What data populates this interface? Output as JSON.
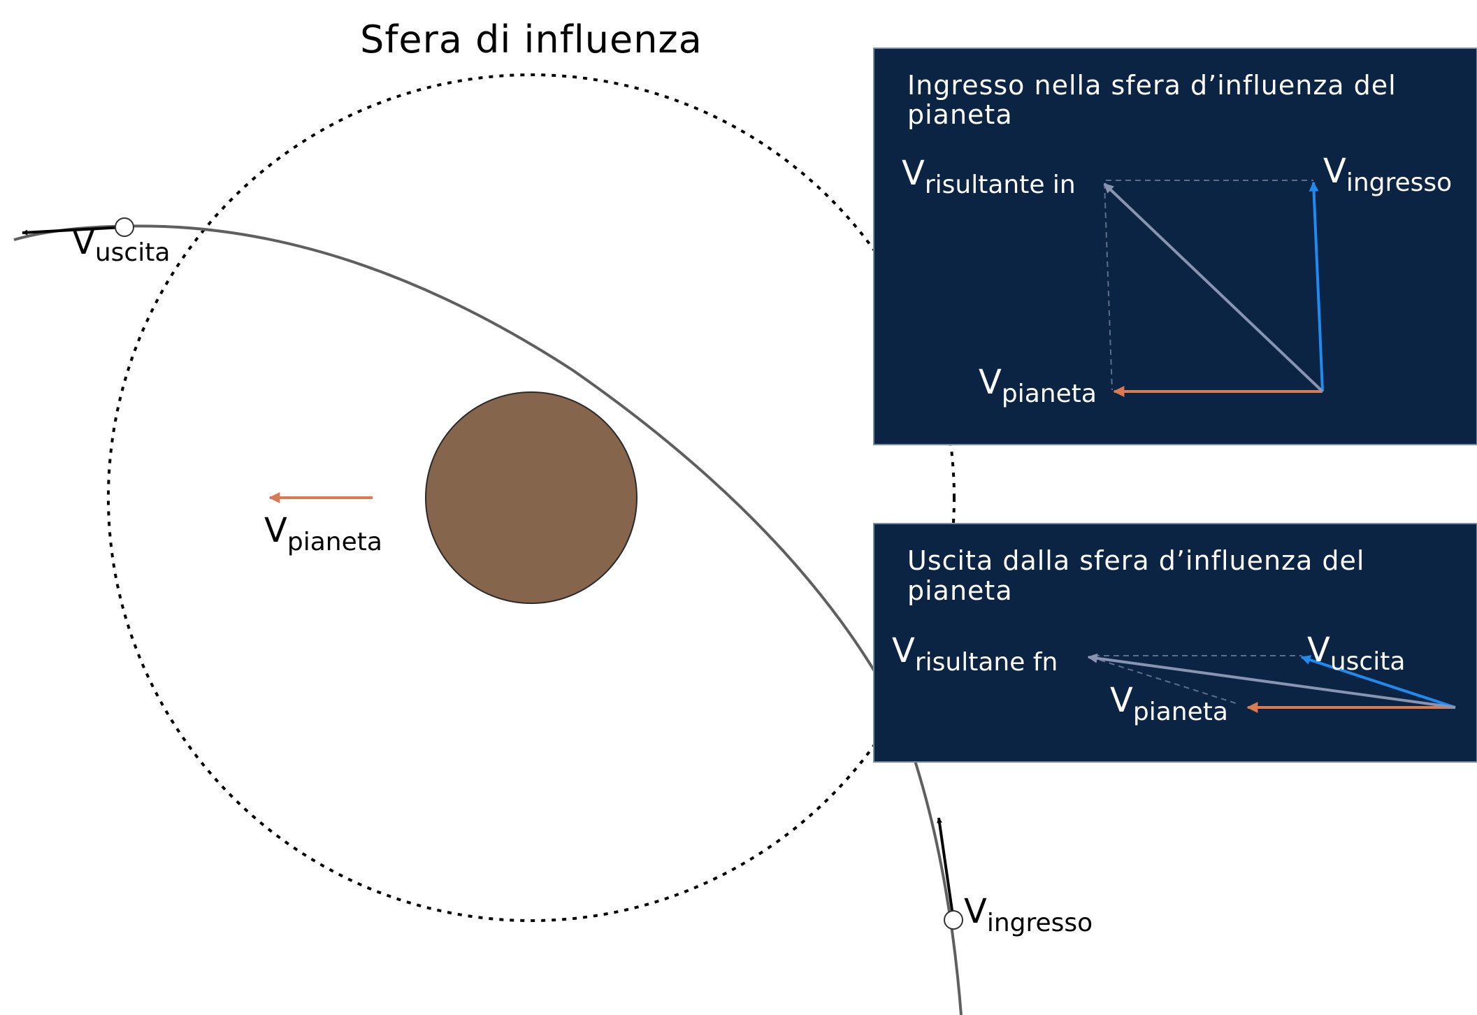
{
  "title": "Sfera di influenza",
  "colors": {
    "planet": "#85654b",
    "panel_bg": "#0c2444",
    "trajectory": "#5f5f5f",
    "v_pianeta": "#d97a50",
    "v_spacecraft": "#1f8bf0",
    "v_risultante": "#8795b2",
    "panel_dashed": "#5d6f8a"
  },
  "main_labels": {
    "uscita": {
      "main": "V",
      "sub": "uscita"
    },
    "ingresso": {
      "main": "V",
      "sub": "ingresso"
    },
    "pianeta": {
      "main": "V",
      "sub": "pianeta"
    }
  },
  "panel_ingresso": {
    "heading_line1": "Ingresso nella sfera d’influenza del",
    "heading_line2": "pianeta",
    "label_risultante": {
      "main": "V",
      "sub": "risultante in"
    },
    "label_ingresso": {
      "main": "V",
      "sub": "ingresso"
    },
    "label_pianeta": {
      "main": "V",
      "sub": "pianeta"
    }
  },
  "panel_uscita": {
    "heading_line1": "Uscita dalla sfera d’influenza del",
    "heading_line2": "pianeta",
    "label_risultante": {
      "main": "V",
      "sub": "risultane fn"
    },
    "label_uscita": {
      "main": "V",
      "sub": "uscita"
    },
    "label_pianeta": {
      "main": "V",
      "sub": "pianeta"
    }
  },
  "icons": {
    "planet": "planet-disc",
    "sphere": "dotted-circle",
    "spacecraft_marker": "hollow-circle"
  }
}
